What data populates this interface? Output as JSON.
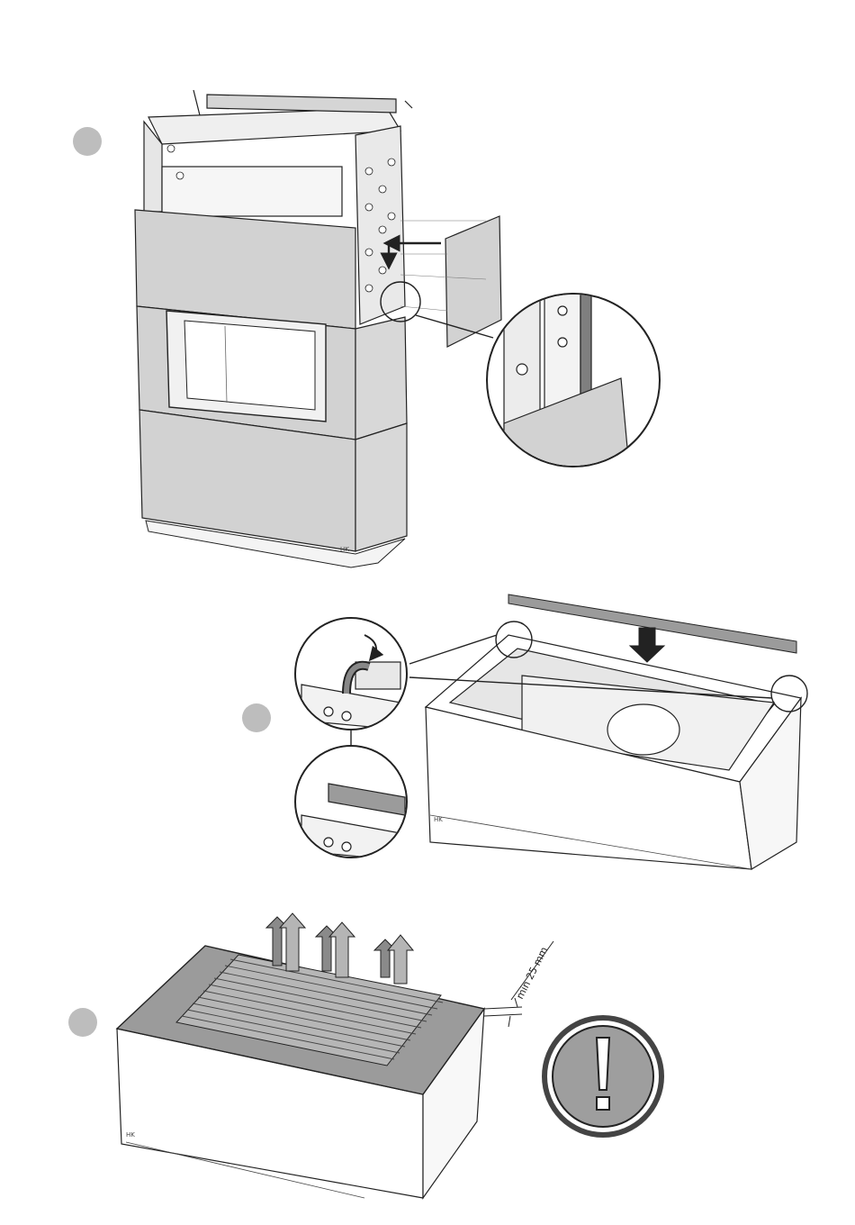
{
  "colors": {
    "line": "#222222",
    "panel": "#d2d2d2",
    "panel_dark": "#9b9b9b",
    "frame": "#e8e8e8",
    "step_marker": "#bdbdbd",
    "warning_fill": "#9e9e9e",
    "warning_ring": "#444444",
    "arrow_fill": "#6e6e6e"
  },
  "steps": [
    {
      "marker": "step-1-marker"
    },
    {
      "marker": "step-2-marker"
    },
    {
      "marker": "step-3-marker"
    }
  ],
  "dimension_label": "min 25 mm",
  "brand_marks": [
    "HK",
    "HK",
    "HK"
  ],
  "warning_icon": "exclamation-warning-icon"
}
